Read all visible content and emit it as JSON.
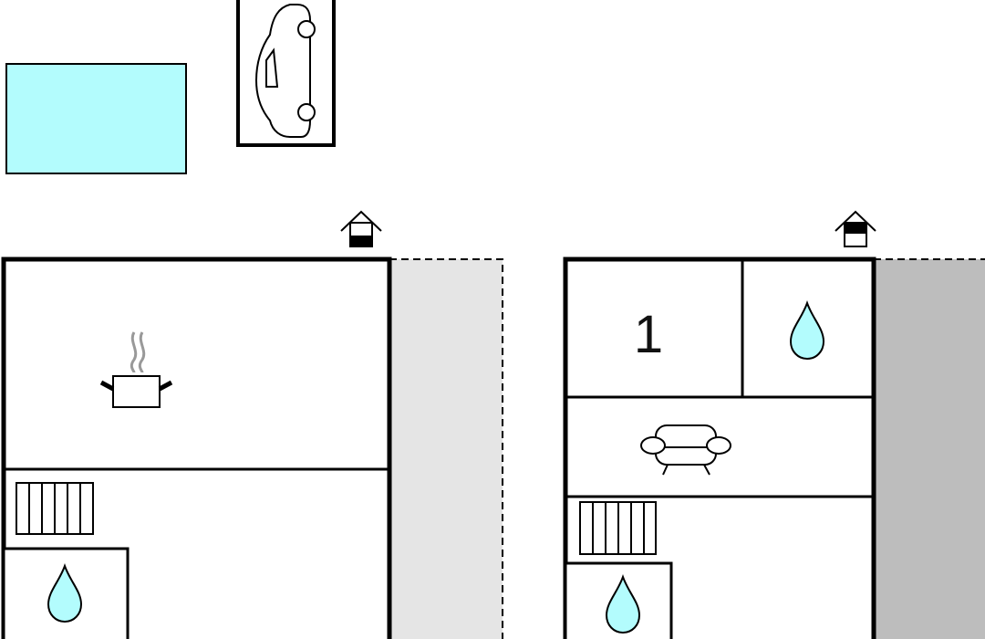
{
  "colors": {
    "wall": "#000000",
    "pool": "#b3fcfd",
    "water": "#b3fcfd",
    "terrace_light": "#e5e5e5",
    "terrace_dark": "#bdbdbd",
    "steam": "#999999",
    "background": "#ffffff"
  },
  "icons": {
    "parking": "car-icon",
    "pool": "swimming-pool",
    "entrance": "entrance-house-icon",
    "kitchen": "cooking-pot-icon",
    "bathroom": "water-drop-icon",
    "living": "sofa-icon",
    "stairs": "staircase-icon"
  },
  "floors": [
    {
      "rooms": [
        "kitchen",
        "stairs",
        "bathroom"
      ],
      "terrace": "light"
    },
    {
      "rooms": [
        "bedroom",
        "bathroom",
        "living",
        "stairs",
        "bathroom"
      ],
      "terrace": "dark",
      "bedroom_number": "1"
    }
  ]
}
